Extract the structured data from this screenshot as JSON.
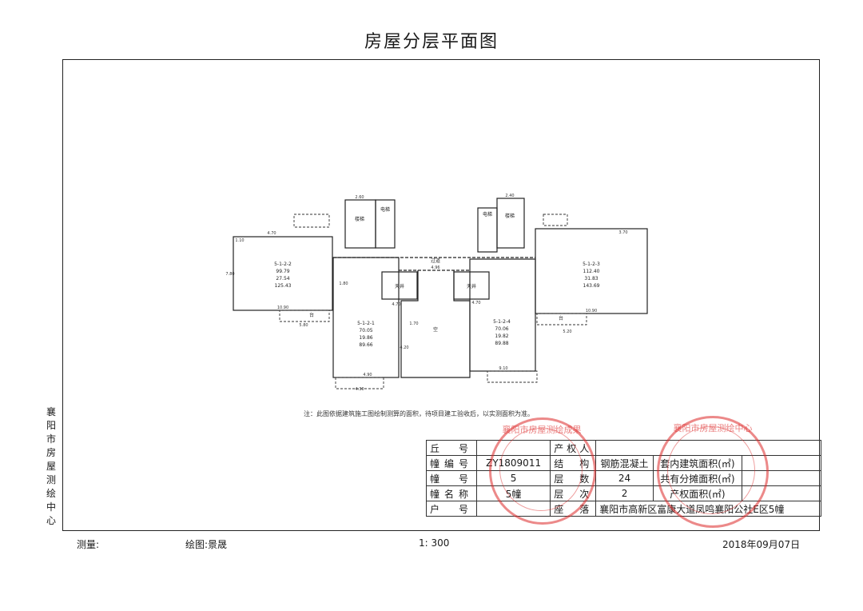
{
  "title": "房屋分层平面图",
  "side_label": [
    "襄",
    "阳",
    "市",
    "房",
    "屋",
    "测",
    "绘",
    "中",
    "心"
  ],
  "note": "注：此图依据建筑施工图绘制测算的面积，待项目建工验收后，以实测面积为准。",
  "plan": {
    "units": [
      {
        "id": "5-1-2-2",
        "line2": "99.79",
        "line3": "27.54",
        "line4": "125.43"
      },
      {
        "id": "5-1-2-3",
        "line2": "112.40",
        "line3": "31.83",
        "line4": "143.69"
      },
      {
        "id": "5-1-2-1",
        "line2": "70.05",
        "line3": "19.86",
        "line4": "89.66"
      },
      {
        "id": "5-1-2-4",
        "line2": "70.06",
        "line3": "19.82",
        "line4": "89.88"
      }
    ],
    "labels": {
      "corridor": "过道",
      "void": "空",
      "well_left": "天井",
      "well_right": "天井",
      "elevator_left": "电梯",
      "elevator_right": "电梯",
      "stair_left": "楼梯",
      "stair_right": "楼梯",
      "balcony": "台"
    },
    "dims": [
      "4.70",
      "1.10",
      "7.80",
      "10.90",
      "3.70",
      "10.90",
      "4.90",
      "4.30",
      "4.70",
      "4.70",
      "9.10",
      "5.20",
      "5.80",
      "2.60",
      "2.40",
      "1.80",
      "1.70",
      "4.20",
      "4.96"
    ]
  },
  "info_table": {
    "r1": {
      "l1": "丘　号",
      "v1": "",
      "l2": "产权人",
      "v2": ""
    },
    "r2": {
      "l1": "幢编号",
      "v1": "ZY1809011",
      "l2": "结　构",
      "v2": "钢筋混凝土",
      "l3": "套内建筑面积(㎡)",
      "v3": ""
    },
    "r3": {
      "l1": "幢　号",
      "v1": "5",
      "l2": "层　数",
      "v2": "24",
      "l3": "共有分摊面积(㎡)",
      "v3": ""
    },
    "r4": {
      "l1": "幢名称",
      "v1": "5幢",
      "l2": "层　次",
      "v2": "2",
      "l3": "产权面积(㎡)",
      "v3": ""
    },
    "r5": {
      "l1": "户　号",
      "v1": "",
      "l2": "座　落",
      "v2": "襄阳市高新区富康大道凤鸣襄阳公社E区5幢"
    }
  },
  "footer": {
    "surveyor": "测量:",
    "drafter": "绘图:景晟",
    "scale": "1: 300",
    "date": "2018年09月07日"
  },
  "stamps": [
    "襄阳市房屋测绘成果",
    "襄阳市房屋测绘中心"
  ]
}
